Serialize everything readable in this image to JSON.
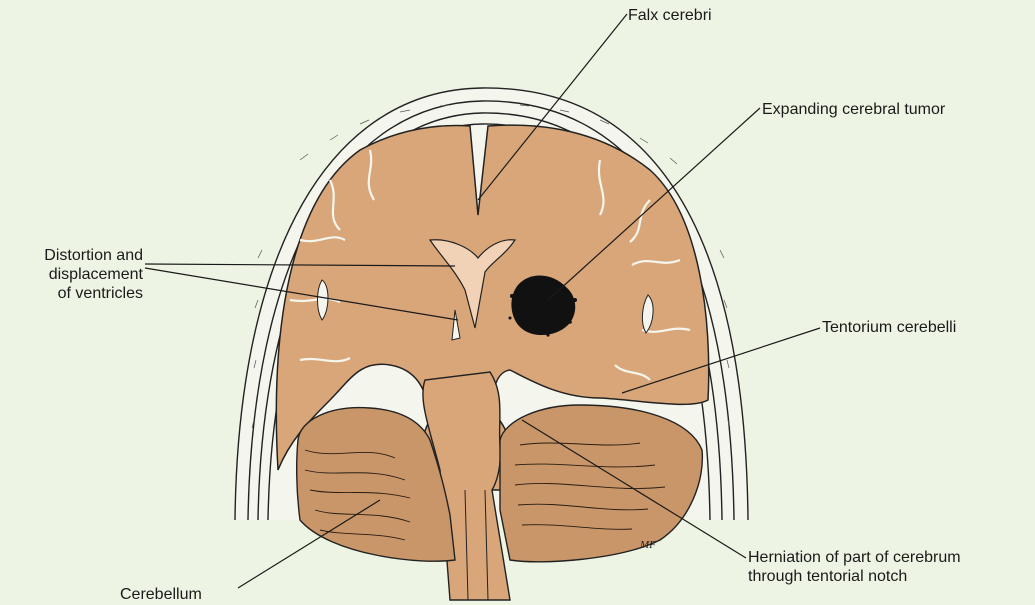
{
  "labels": {
    "falx_cerebri": "Falx cerebri",
    "tumor": "Expanding cerebral tumor",
    "ventricles_line1": "Distortion and",
    "ventricles_line2": "displacement",
    "ventricles_line3": "of ventricles",
    "tentorium": "Tentorium cerebelli",
    "herniation_line1": "Herniation of part of cerebrum",
    "herniation_line2": "through tentorial notch",
    "cerebellum": "Cerebellum",
    "signature": "MF"
  },
  "colors": {
    "background": "#eef4e4",
    "brain": "#d9a679",
    "ventricle": "#f2d2b6",
    "skull_layer": "#f4f6ee",
    "tumor": "#111111",
    "ink": "#1a1a1a"
  }
}
